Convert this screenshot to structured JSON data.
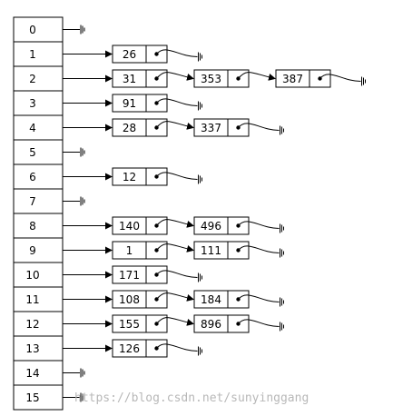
{
  "hash_table": {
    "buckets": [
      {
        "index": "0",
        "nodes": []
      },
      {
        "index": "1",
        "nodes": [
          "26"
        ]
      },
      {
        "index": "2",
        "nodes": [
          "31",
          "353",
          "387"
        ]
      },
      {
        "index": "3",
        "nodes": [
          "91"
        ]
      },
      {
        "index": "4",
        "nodes": [
          "28",
          "337"
        ]
      },
      {
        "index": "5",
        "nodes": []
      },
      {
        "index": "6",
        "nodes": [
          "12"
        ]
      },
      {
        "index": "7",
        "nodes": []
      },
      {
        "index": "8",
        "nodes": [
          "140",
          "496"
        ]
      },
      {
        "index": "9",
        "nodes": [
          "1",
          "111"
        ]
      },
      {
        "index": "10",
        "nodes": [
          "171"
        ]
      },
      {
        "index": "11",
        "nodes": [
          "108",
          "184"
        ]
      },
      {
        "index": "12",
        "nodes": [
          "155",
          "896"
        ]
      },
      {
        "index": "13",
        "nodes": [
          "126"
        ]
      },
      {
        "index": "14",
        "nodes": []
      },
      {
        "index": "15",
        "nodes": []
      }
    ]
  },
  "watermark": "https://blog.csdn.net/sunyinggang",
  "colors": {
    "line": "#000000",
    "watermark": "#b8b8b8",
    "background": "#ffffff"
  },
  "icons": {
    "null_pointer": "ground-icon"
  }
}
